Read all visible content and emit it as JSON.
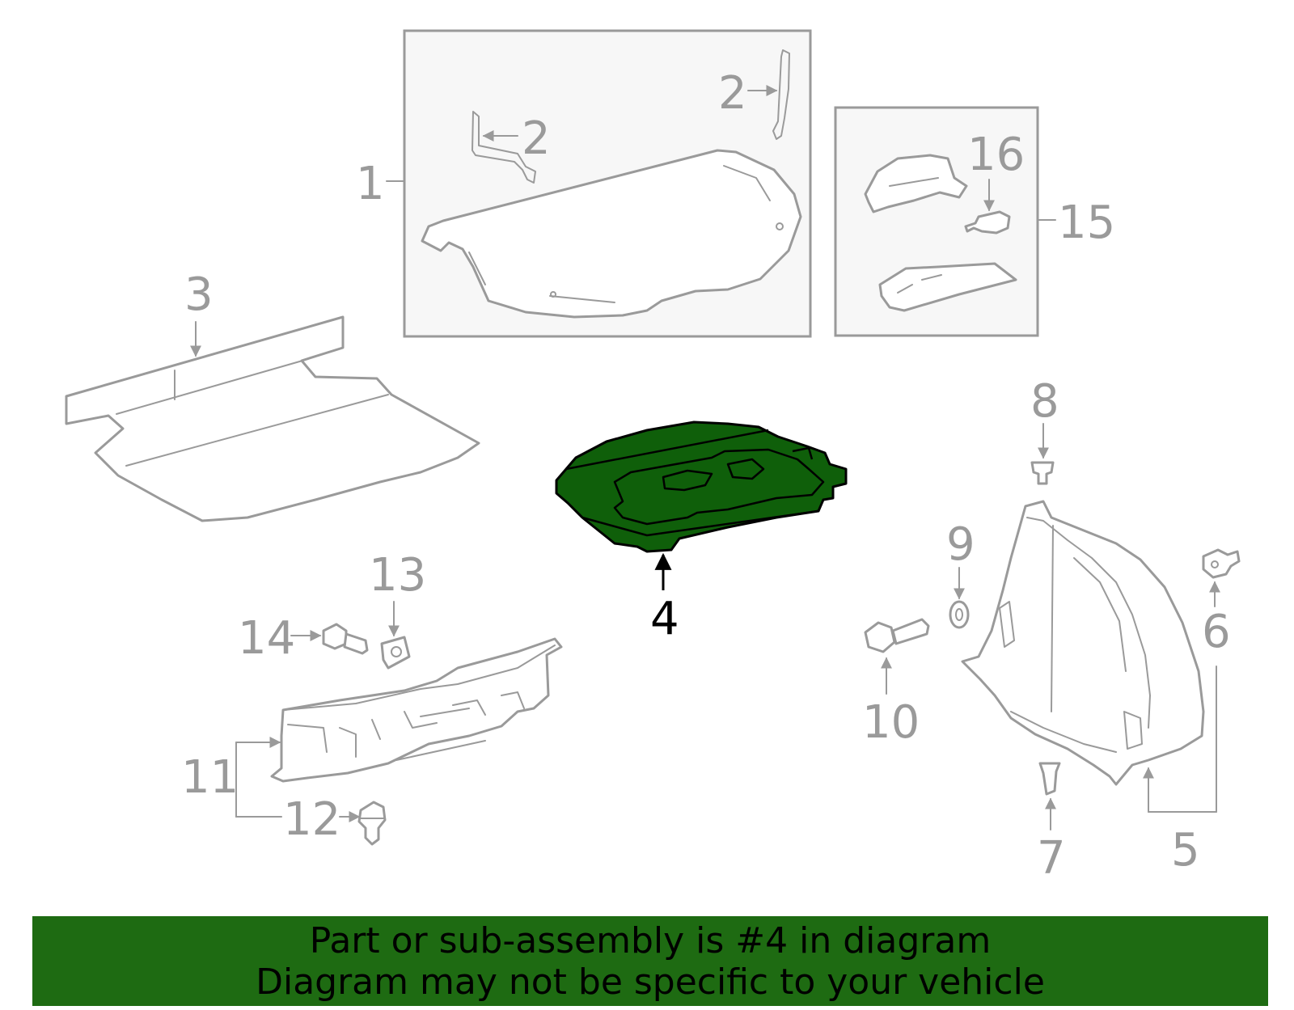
{
  "callouts": {
    "c1": "1",
    "c2a": "2",
    "c2b": "2",
    "c3": "3",
    "c4": "4",
    "c5": "5",
    "c6": "6",
    "c7": "7",
    "c8": "8",
    "c9": "9",
    "c10": "10",
    "c11": "11",
    "c12": "12",
    "c13": "13",
    "c14": "14",
    "c15": "15",
    "c16": "16"
  },
  "highlight": {
    "part_number": "4",
    "color": "#0f5f0a"
  },
  "banner": {
    "line1": "Part or sub-assembly is #4 in diagram",
    "line2": "Diagram may not be specific to your vehicle",
    "color": "#1e6b12"
  }
}
